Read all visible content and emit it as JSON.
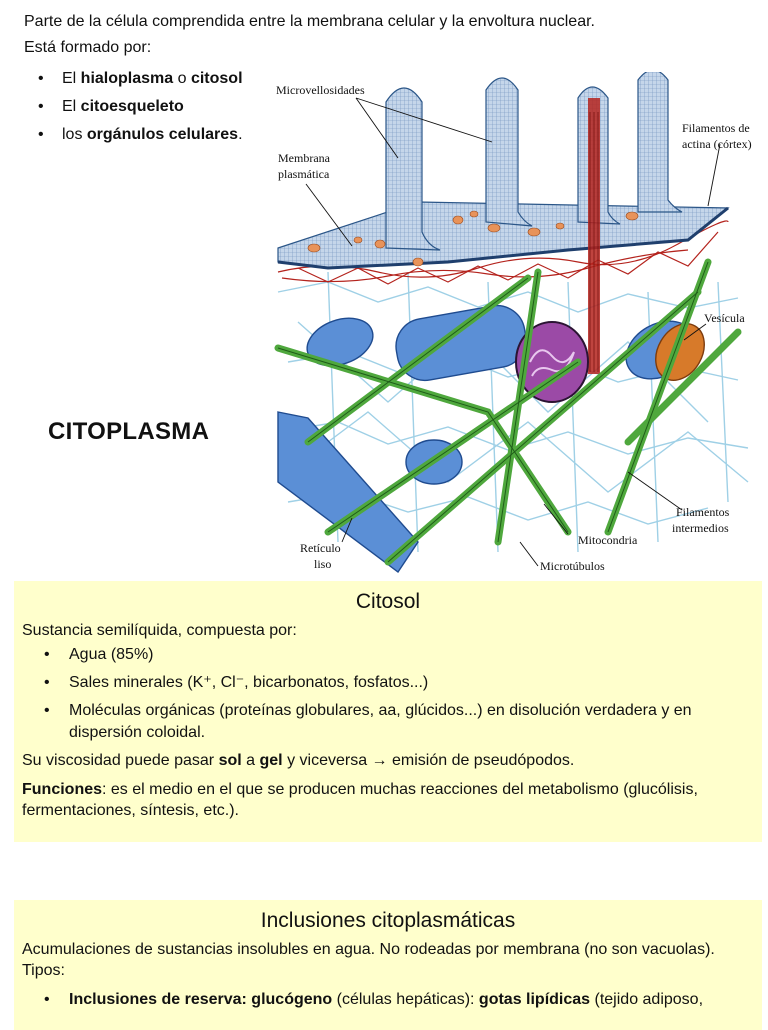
{
  "intro": {
    "line1": "Parte de la célula comprendida entre la membrana celular y la envoltura nuclear.",
    "line2": "Está formado por:",
    "items": [
      {
        "pre": "El ",
        "b1": "hialoplasma",
        "mid": " o ",
        "b2": "citosol",
        "post": ""
      },
      {
        "pre": "El ",
        "b1": "citoesqueleto",
        "mid": "",
        "b2": "",
        "post": ""
      },
      {
        "pre": "los ",
        "b1": "orgánulos celulares",
        "mid": "",
        "b2": "",
        "post": "."
      }
    ]
  },
  "side_title": "CITOPLASMA",
  "figure": {
    "labels": {
      "microvellosidades": "Microvellosidades",
      "membrana_1": "Membrana",
      "membrana_2": "plasmática",
      "filamentos_actina_1": "Filamentos de",
      "filamentos_actina_2": "actina (córtex)",
      "vesicula": "Vesícula",
      "filamentos_intermedios_1": "Filamentos",
      "filamentos_intermedios_2": "intermedios",
      "mitocondria": "Mitocondria",
      "reticulo_1": "Retículo",
      "reticulo_2": "liso",
      "microtubulos": "Microtúbulos"
    }
  },
  "citosol": {
    "title": "Citosol",
    "intro": "Sustancia semilíquida, compuesta por:",
    "items": [
      "Agua (85%)",
      "Sales minerales (K⁺, Cl⁻, bicarbonatos, fosfatos...)",
      "Moléculas orgánicas (proteínas globulares, aa, glúcidos...) en disolución verdadera y en dispersión coloidal."
    ],
    "visc_pre": "Su viscosidad puede pasar ",
    "visc_sol": "sol",
    "visc_mid": " a ",
    "visc_gel": "gel",
    "visc_post": " y viceversa → emisión de pseudópodos.",
    "func_label": "Funciones",
    "func_text": ": es el medio en el que se producen muchas reacciones del metabolismo (glucólisis, fermentaciones, síntesis, etc.)."
  },
  "inclusiones": {
    "title": "Inclusiones citoplasmáticas",
    "intro": "Acumulaciones de sustancias insolubles en agua. No rodeadas por membrana (no son vacuolas). Tipos:",
    "item_b1": "Inclusiones de reserva: glucógeno",
    "item_t1": " (células hepáticas): ",
    "item_b2": "gotas lipídicas",
    "item_t2": " (tejido adiposo,"
  },
  "colors": {
    "box_bg": "#ffffcc",
    "membrane": "#b9cce3",
    "microtubule": "#4fa83d",
    "reticulum": "#5b8fd6",
    "mitochondria": "#9b4aa6",
    "vesicle": "#d77a2a",
    "actin": "#b4231d"
  }
}
